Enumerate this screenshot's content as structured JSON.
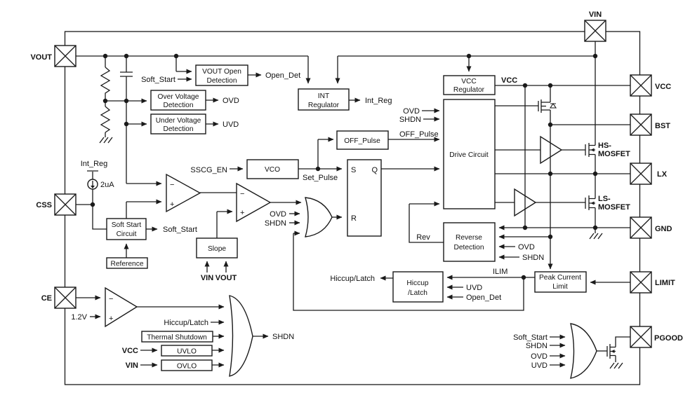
{
  "colors": {
    "line": "#1a1a1a",
    "background": "#ffffff"
  },
  "pins": {
    "vout": "VOUT",
    "css": "CSS",
    "ce": "CE",
    "vin": "VIN",
    "vcc": "VCC",
    "bst": "BST",
    "lx": "LX",
    "gnd": "GND",
    "limit": "LIMIT",
    "pgood": "PGOOD"
  },
  "blocks": {
    "vout_open_detection": {
      "line1": "VOUT Open",
      "line2": "Detection"
    },
    "over_voltage_detection": {
      "line1": "Over Voltage",
      "line2": "Detection"
    },
    "under_voltage_detection": {
      "line1": "Under Voltage",
      "line2": "Detection"
    },
    "int_regulator": {
      "line1": "INT",
      "line2": "Regulator"
    },
    "off_pulse": {
      "line1": "OFF_Pulse"
    },
    "vco": {
      "line1": "VCO"
    },
    "sr_latch": {
      "s": "S",
      "q": "Q",
      "r": "R"
    },
    "soft_start_circuit": {
      "line1": "Soft Start",
      "line2": "Circuit"
    },
    "reference": {
      "line1": "Reference"
    },
    "slope": {
      "line1": "Slope"
    },
    "thermal_shutdown": {
      "line1": "Thermal Shutdown"
    },
    "uvlo": {
      "line1": "UVLO"
    },
    "ovlo": {
      "line1": "OVLO"
    },
    "vcc_regulator": {
      "line1": "VCC",
      "line2": "Regulator"
    },
    "drive_circuit": {
      "line1": "Drive Circuit"
    },
    "reverse_detection": {
      "line1": "Reverse",
      "line2": "Detection"
    },
    "hiccup_latch": {
      "line1": "Hiccup",
      "line2": "/Latch"
    },
    "peak_current_limit": {
      "line1": "Peak Current",
      "line2": "Limit"
    }
  },
  "signals": {
    "soft_start": "Soft_Start",
    "open_det": "Open_Det",
    "ovd": "OVD",
    "uvd": "UVD",
    "int_reg": "Int_Reg",
    "bias_current": "2uA",
    "sscg_en": "SSCG_EN",
    "set_pulse": "Set_Pulse",
    "off_pulse": "OFF_Pulse",
    "shdn": "SHDN",
    "rev": "Rev",
    "ilim": "ILIM",
    "hiccup_latch": "Hiccup/Latch",
    "vcc": "VCC",
    "vin": "VIN",
    "vout": "VOUT",
    "ce_ref": "1.2V",
    "hs_mosfet_line1": "HS-",
    "hs_mosfet_line2": "MOSFET",
    "ls_mosfet_line1": "LS-",
    "ls_mosfet_line2": "MOSFET"
  }
}
